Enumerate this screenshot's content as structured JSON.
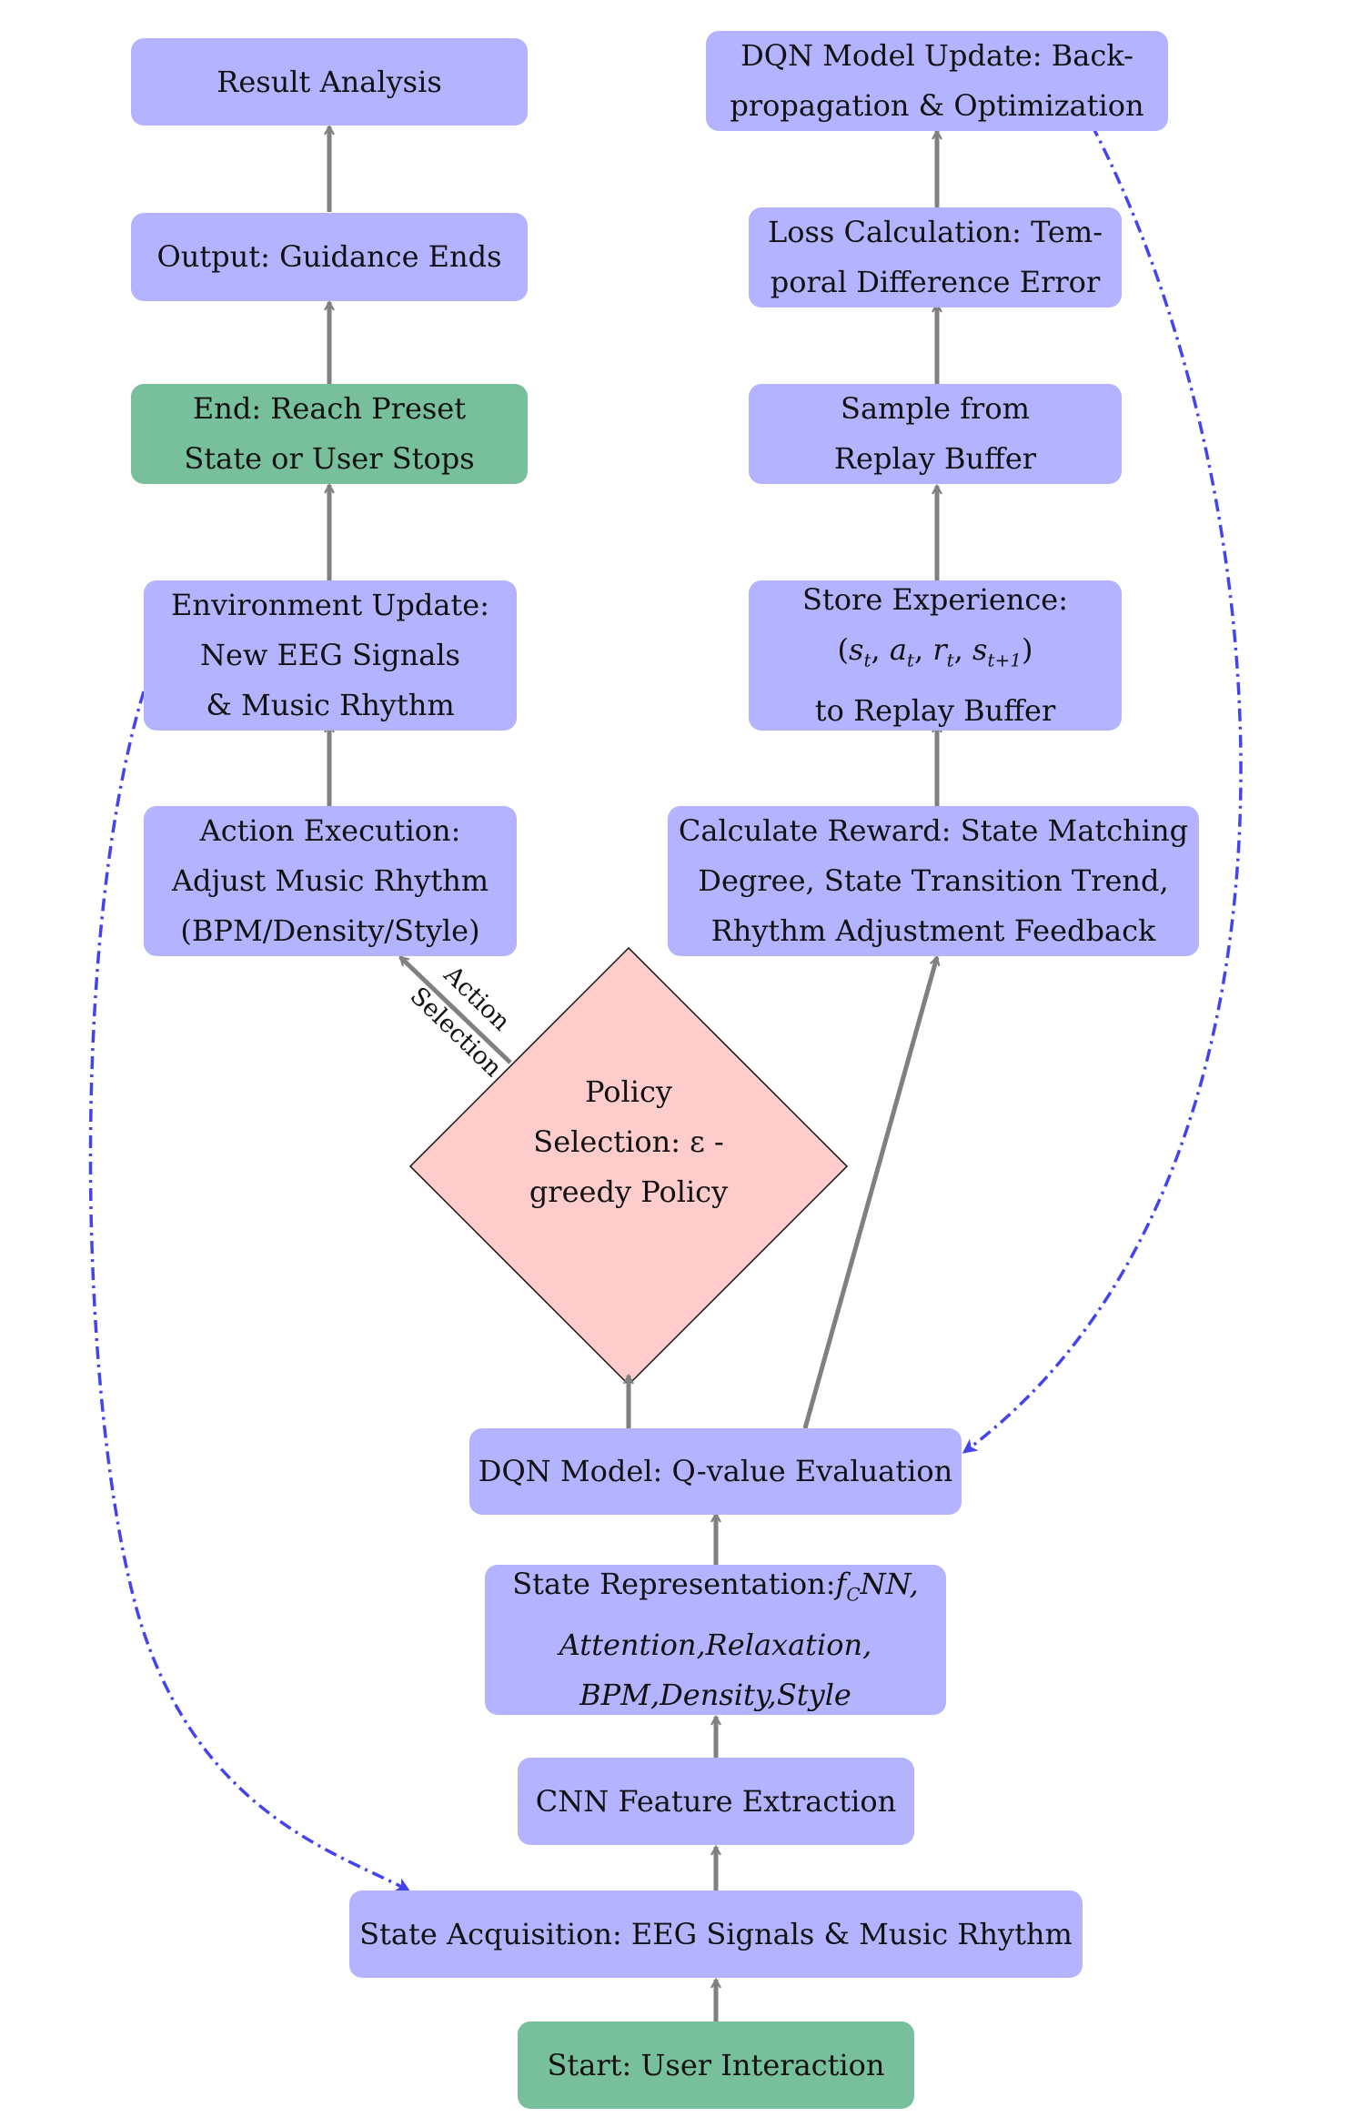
{
  "diagram": {
    "nodes": {
      "start": {
        "lines": [
          "Start: User Interaction"
        ],
        "color": "#78bf9c"
      },
      "state_acq": {
        "lines": [
          "State Acquisition: EEG Signals & Music Rhythm"
        ],
        "color": "#b3b3ff"
      },
      "cnn": {
        "lines": [
          "CNN Feature Extraction"
        ],
        "color": "#b3b3ff"
      },
      "state_rep": {
        "line1_text": "State Representation:",
        "line1_math": "f_CNN,",
        "line2": "Attention,Relaxation,",
        "line3": "BPM,Density,Style",
        "color": "#b3b3ff"
      },
      "dqn_model": {
        "lines": [
          "DQN Model: Q-value Evaluation"
        ],
        "color": "#b3b3ff"
      },
      "policy": {
        "lines": [
          "Policy",
          "Selection: ε -",
          "greedy Policy"
        ],
        "color": "#ffcccc"
      },
      "action_exec": {
        "lines": [
          "Action Execution:",
          "Adjust Music Rhythm",
          "(BPM/Density/Style)"
        ],
        "color": "#b3b3ff"
      },
      "env_update": {
        "lines": [
          "Environment Update:",
          "New EEG Signals",
          "& Music Rhythm"
        ],
        "color": "#b3b3ff"
      },
      "end": {
        "lines": [
          "End: Reach Preset",
          "State or User Stops"
        ],
        "color": "#78bf9c"
      },
      "output": {
        "lines": [
          "Output: Guidance Ends"
        ],
        "color": "#b3b3ff"
      },
      "result": {
        "lines": [
          "Result Analysis"
        ],
        "color": "#b3b3ff"
      },
      "reward": {
        "lines": [
          "Calculate Reward: State Matching",
          "Degree, State Transition Trend,",
          "Rhythm Adjustment Feedback"
        ],
        "color": "#b3b3ff"
      },
      "store": {
        "line1": "Store Experience:",
        "line2_math": [
          "s",
          "t",
          "a",
          "t",
          "r",
          "t",
          "s",
          "t+1"
        ],
        "line3": "to Replay Buffer",
        "color": "#b3b3ff"
      },
      "sample": {
        "lines": [
          "Sample from",
          "Replay Buffer"
        ],
        "color": "#b3b3ff"
      },
      "loss": {
        "lines": [
          "Loss Calculation: Tem-",
          "poral Difference Error"
        ],
        "color": "#b3b3ff"
      },
      "dqn_update": {
        "lines": [
          "DQN Model Update: Back-",
          "propagation & Optimization"
        ],
        "color": "#b3b3ff"
      }
    },
    "edge_labels": {
      "action": "Action",
      "selection": "Selection"
    },
    "edge_colors": {
      "solid": "#808080",
      "dashed": "#4444ee"
    }
  }
}
